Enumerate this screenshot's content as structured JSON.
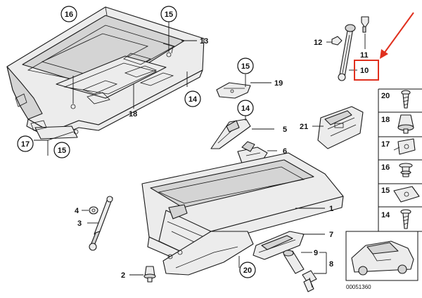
{
  "diagram": {
    "reference_code": "00051360",
    "callouts": {
      "c1": "1",
      "c2": "2",
      "c3": "3",
      "c4": "4",
      "c5": "5",
      "c6": "6",
      "c7": "7",
      "c8": "8",
      "c9": "9",
      "c10": "10",
      "c11": "11",
      "c12": "12",
      "c13": "13",
      "c14a": "14",
      "c14b": "14",
      "c15a": "15",
      "c15b": "15",
      "c15c": "15",
      "c16": "16",
      "c17": "17",
      "c18": "18",
      "c19": "19",
      "c20": "20",
      "c21": "21"
    },
    "parts_column": [
      "20",
      "18",
      "17",
      "16",
      "15",
      "14"
    ],
    "highlight_color": "#e0301e",
    "highlighted_callout": "10"
  }
}
